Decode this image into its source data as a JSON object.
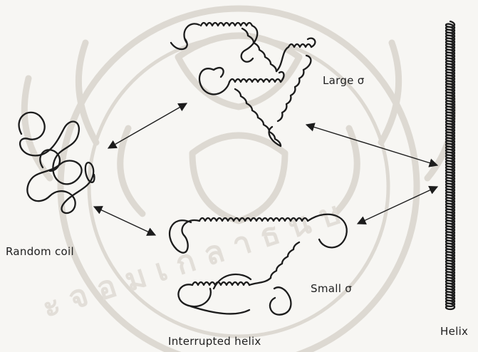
{
  "diagram": {
    "labels": {
      "large": "Large σ",
      "random": "Random coil",
      "small": "Small σ",
      "interrupted": "Interrupted helix",
      "helix": "Helix"
    },
    "watermark": {
      "text": "ะ จ อ ม เ ก ล า ธ น บ"
    }
  }
}
